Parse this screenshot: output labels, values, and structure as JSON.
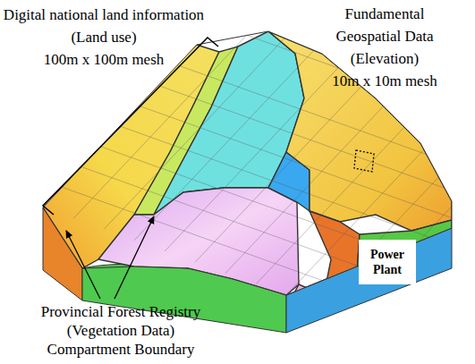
{
  "diagram": {
    "nodes": [
      {
        "text": [
          "Power Plant"
        ]
      }
    ],
    "labels": [
      "Digital national land information",
      "(Land use)",
      "100m x 100m mesh",
      "Fundamental Geospatial Data",
      "(Elevation)",
      "10m x 10m mesh",
      "Provincial Forest Registry",
      "(Vegetation Data)",
      "Compartment Boundary"
    ]
  }
}
